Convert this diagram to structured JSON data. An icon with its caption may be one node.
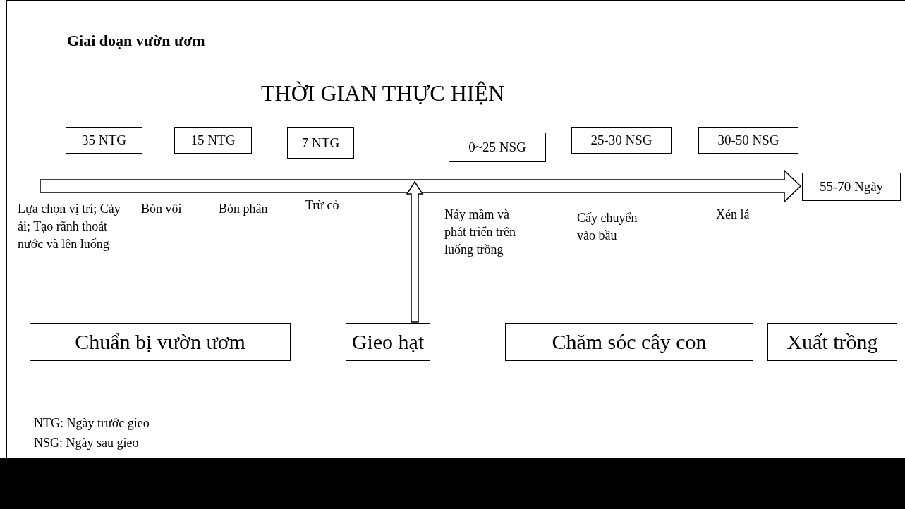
{
  "diagram": {
    "title": "Giai đoạn vườn ươm",
    "nodes": [
      {
        "text": [
          "35 NTG"
        ]
      },
      {
        "text": [
          "15 NTG"
        ]
      },
      {
        "text": [
          "7 NTG"
        ]
      },
      {
        "text": [
          "0~25 NSG"
        ]
      },
      {
        "text": [
          "25-30 NSG"
        ]
      },
      {
        "text": [
          "30-50 NSG"
        ]
      },
      {
        "text": [
          "55-70 Ngày"
        ]
      },
      {
        "text": [
          "Chuẩn bị vườn ươm"
        ]
      },
      {
        "text": [
          "Gieo hạt"
        ]
      },
      {
        "text": [
          "Chăm sóc cây con"
        ]
      },
      {
        "text": [
          "Xuất trồng"
        ]
      }
    ],
    "edges": [
      {
        "from": null,
        "to": 6,
        "arrow": "to"
      },
      {
        "from": 8,
        "to": null,
        "arrow": "to"
      }
    ],
    "labels": [
      "THỜI GIAN THỰC HIỆN",
      "Lựa chọn vị trí; Cày ải; Tạo rãnh thoát nước và lên luống",
      "Bón vôi",
      "Bón phân",
      "Trừ cỏ",
      "Nảy mầm và phát triển trên luống trồng",
      "Cấy chuyển vào bầu",
      "Xén lá",
      "NTG: Ngày trước gieo",
      "NSG: Ngày sau gieo"
    ]
  }
}
